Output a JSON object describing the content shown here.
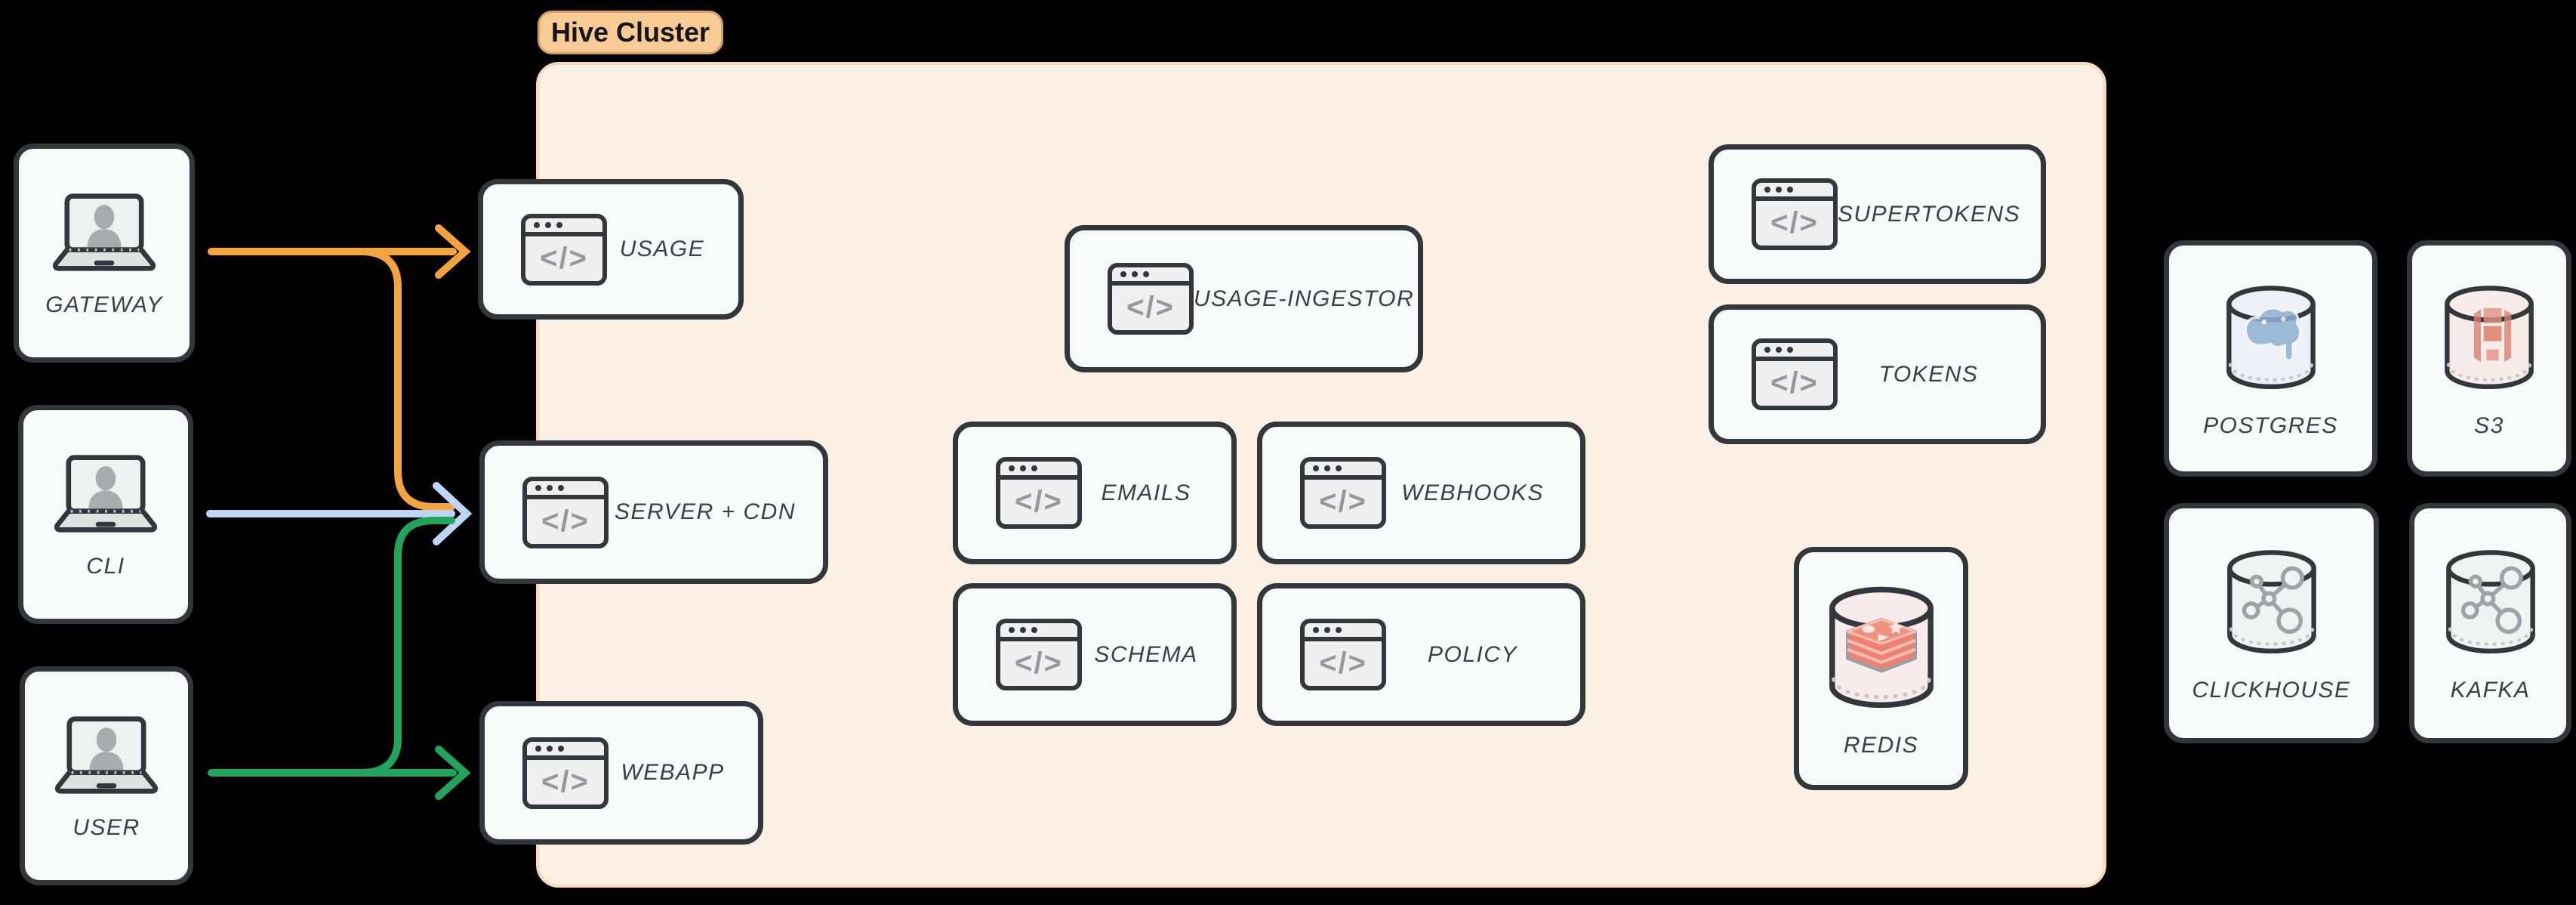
{
  "cluster": {
    "label": "Hive Cluster"
  },
  "clients": {
    "gateway": {
      "label": "GATEWAY"
    },
    "cli": {
      "label": "CLI"
    },
    "user": {
      "label": "USER"
    }
  },
  "services": {
    "usage": {
      "label": "USAGE"
    },
    "server_cdn": {
      "label": "SERVER + CDN"
    },
    "webapp": {
      "label": "WEBAPP"
    },
    "usage_ingestor": {
      "label": "USAGE-INGESTOR"
    },
    "emails": {
      "label": "EMAILS"
    },
    "webhooks": {
      "label": "WEBHOOKS"
    },
    "schema": {
      "label": "SCHEMA"
    },
    "policy": {
      "label": "POLICY"
    },
    "supertokens": {
      "label": "SUPERTOKENS"
    },
    "tokens": {
      "label": "TOKENS"
    }
  },
  "datastores": {
    "redis": {
      "label": "REDIS"
    },
    "postgres": {
      "label": "POSTGRES"
    },
    "s3": {
      "label": "S3"
    },
    "clickhouse": {
      "label": "CLICKHOUSE"
    },
    "kafka": {
      "label": "KAFKA"
    }
  },
  "glyphs": {
    "code": "</>"
  },
  "edges": [
    {
      "from": "GATEWAY",
      "to": "USAGE",
      "color": "#F5A33C"
    },
    {
      "from": "GATEWAY",
      "to": "SERVER + CDN",
      "color": "#F5A33C"
    },
    {
      "from": "CLI",
      "to": "SERVER + CDN",
      "color": "#BBD7F3"
    },
    {
      "from": "USER",
      "to": "SERVER + CDN",
      "color": "#21A55E"
    },
    {
      "from": "USER",
      "to": "WEBAPP",
      "color": "#21A55E"
    }
  ],
  "colors": {
    "bg": "#000000",
    "cluster-fill": "#FCF0E5",
    "cluster-border": "#F8D9B9",
    "pill-fill": "#F7CB93",
    "pill-border": "#D2A063",
    "pill-text": "#141414",
    "node-fill": "#F8F9F9",
    "node-border": "#32373C",
    "label": "#3A4046",
    "glyph": "#95999D",
    "win-fill": "#EFEFEF",
    "edge-orange": "#F5A33C",
    "edge-blue": "#BBD7F3",
    "edge-green": "#21A55E",
    "laptop-screen": "#EFF0F0",
    "laptop-base": "#DEDFDF",
    "person": "#A9ABAD",
    "postgres-blue": "#8FB0D0",
    "postgres-cyl": "#EDF1F7",
    "s3-red": "#DE8170",
    "s3-cyl": "#F8ECEB",
    "redis-red": "#ED8172",
    "redis-cyl": "#F7ECEB",
    "molecule-gray": "#9EA3A8",
    "gray-cyl": "#F1F2F2"
  }
}
